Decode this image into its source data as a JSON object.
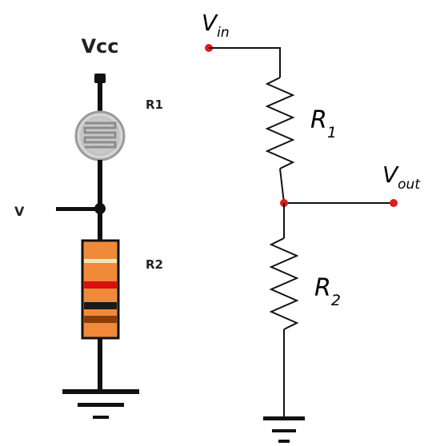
{
  "left_circuit": {
    "supply_label": "Vcc",
    "r1_label": "R1",
    "r2_label": "R2",
    "output_label": "V",
    "ground_symbol": "ground-symbol",
    "photoresistor_icon": "photoresistor-icon",
    "resistor_icon": "resistor-icon",
    "colors": {
      "wire": "#111111",
      "resistor_body": "#f08a3a",
      "band_1": "#f6e6b0",
      "band_2": "#d81010",
      "band_3": "#1a1a1a",
      "band_4": "#8a3d0a",
      "ldr_fill": "#d4d4d4"
    }
  },
  "right_circuit": {
    "vin_main": "V",
    "vin_sub": "in",
    "vout_main": "V",
    "vout_sub": "out",
    "r1_main": "R",
    "r1_sub": "1",
    "r2_main": "R",
    "r2_sub": "2",
    "ground_symbol": "ground-symbol",
    "colors": {
      "wire": "#111111",
      "node": "#e01b1b"
    }
  }
}
